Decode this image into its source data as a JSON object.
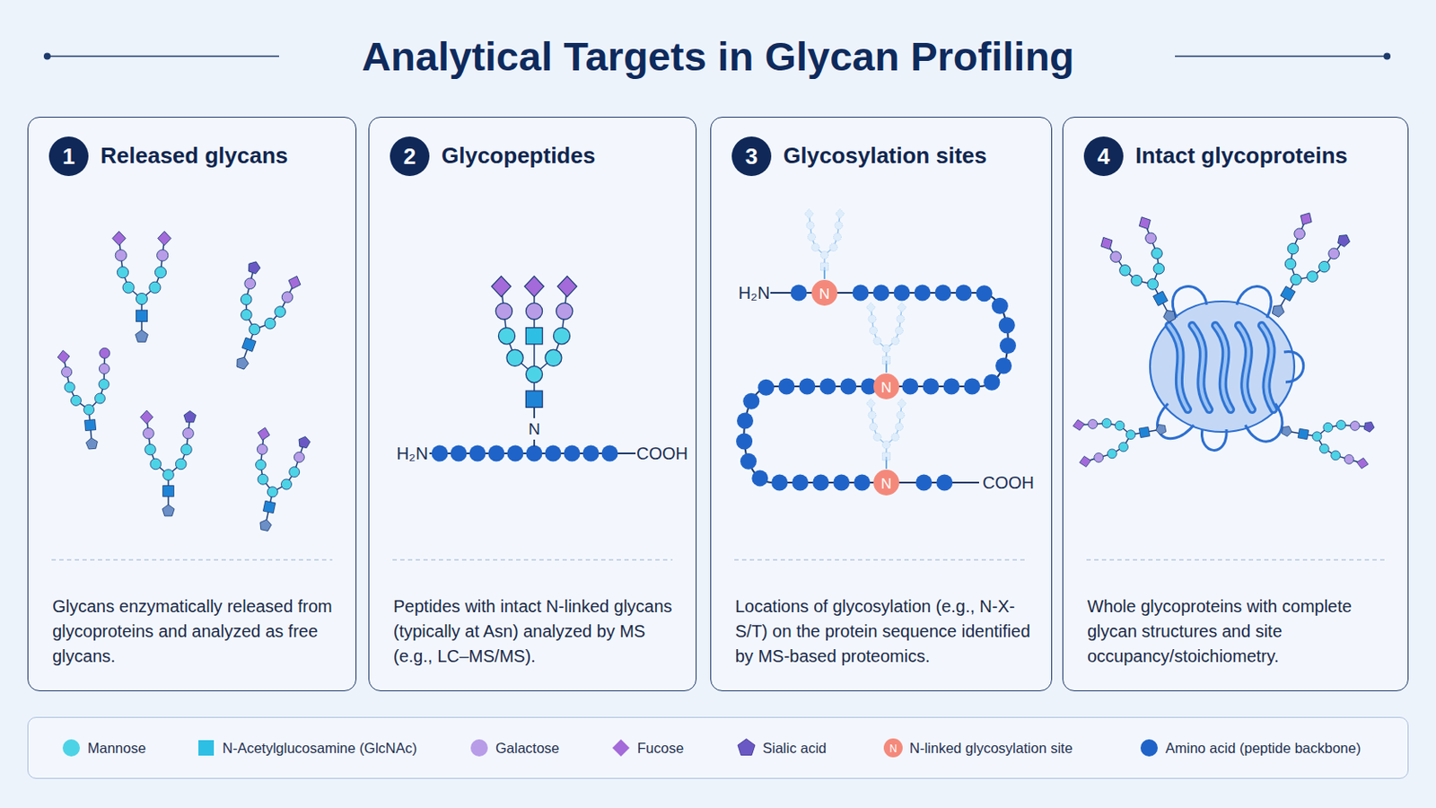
{
  "diagram": {
    "title": "Analytical Targets in Glycan Profiling",
    "nodes": [
      {
        "text": [
          "1",
          "Released glycans",
          "Glycans enzymatically released from glycoproteins and analyzed as free glycans."
        ]
      },
      {
        "text": [
          "2",
          "Glycopeptides",
          "Peptides with intact N-linked glycans (typically at Asn) analyzed by MS (e.g., LC–MS/MS)."
        ]
      },
      {
        "text": [
          "3",
          "Glycosylation sites",
          "Locations of glycosylation (e.g., N-X-S/T) on the protein sequence identified by MS-based proteomics."
        ]
      },
      {
        "text": [
          "4",
          "Intact glycoproteins",
          "Whole glycoproteins with complete glycan structures and site occupancy/stoichiometry."
        ]
      }
    ],
    "labels": [
      "H₂N",
      "N",
      "COOH",
      "H₂N",
      "N",
      "N",
      "N",
      "COOH",
      "N"
    ],
    "legend": [
      {
        "text": "Mannose",
        "color": "#4dd3e6"
      },
      {
        "text": "N-Acetylglucosamine (GlcNAc)",
        "color": "#2ebfe4"
      },
      {
        "text": "Galactose",
        "color": "#b89ce8"
      },
      {
        "text": "Fucose",
        "color": "#a46ad9"
      },
      {
        "text": "Sialic acid",
        "color": "#6a58c4"
      },
      {
        "text": "N-linked glycosylation site",
        "color": "#f4897b"
      },
      {
        "text": "Amino acid (peptide backbone)",
        "color": "#1f63c8"
      }
    ]
  }
}
